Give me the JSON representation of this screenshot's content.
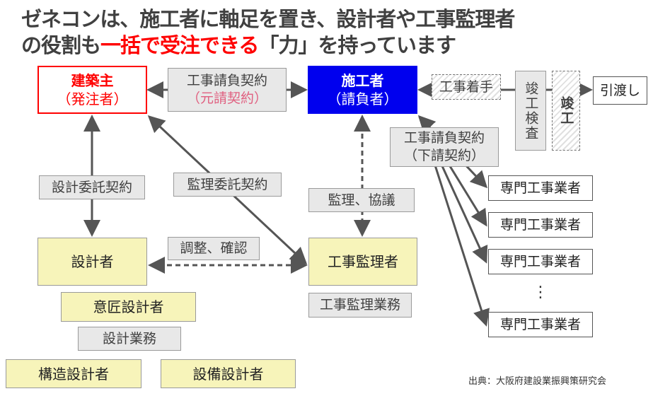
{
  "title": {
    "line1": "ゼネコンは、施工者に軸足を置き、設計者や工事監理者",
    "line2_a": "の役割も",
    "line2_red": "一括で受注できる",
    "line2_b": "「力」を持っています"
  },
  "client": {
    "l1": "建築主",
    "l2": "（発注者）"
  },
  "main_contract": {
    "l1": "工事請負契約",
    "l2": "（元請契約）"
  },
  "contractor": {
    "l1": "施工者",
    "l2": "（請負者）"
  },
  "flow": {
    "start": "工事着手",
    "inspection": "竣工検査",
    "completion": "竣工",
    "handover": "引渡し"
  },
  "sub_contract": {
    "l1": "工事請負契約",
    "l2": "（下請契約）"
  },
  "design_contract": "設計委託契約",
  "supervision_contract": "監理委託契約",
  "supervision_talk": "監理、協議",
  "specialists": [
    "専門工事業者",
    "専門工事業者",
    "専門工事業者",
    "専門工事業者"
  ],
  "ellipsis": "⋮",
  "designer": "設計者",
  "coordination": "調整、確認",
  "supervisor": "工事監理者",
  "supervision_work": "工事監理業務",
  "architectural_designer": "意匠設計者",
  "design_work": "設計業務",
  "structural_designer": "構造設計者",
  "mep_designer": "設備設計者",
  "source": "出典：大阪府建設業振興策研究会",
  "colors": {
    "client_red": "#ff0000",
    "contractor_blue": "#0000ee",
    "yellow": "#f7f4ba",
    "gray": "#e8e8e8"
  }
}
